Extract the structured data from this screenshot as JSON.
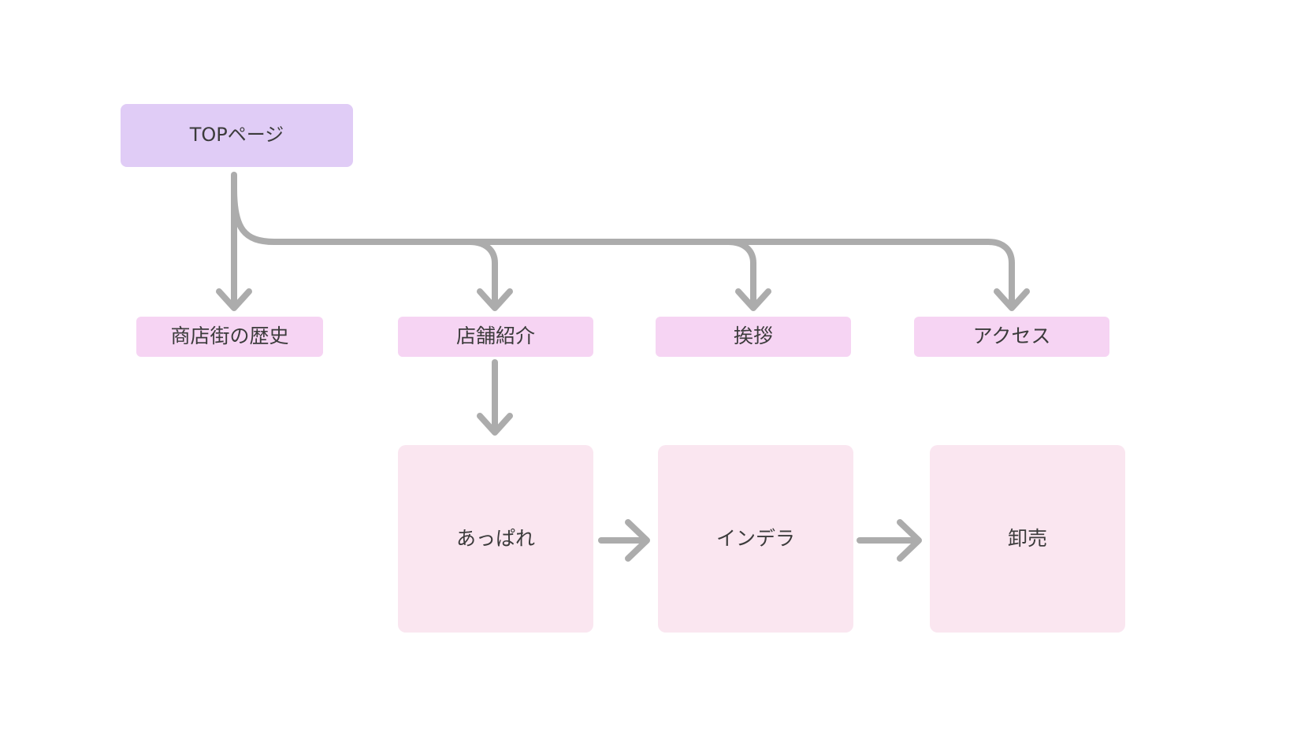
{
  "diagram": {
    "background": "#ffffff",
    "text_color": "#3b3b3b",
    "connector_color": "#acacac",
    "colors": {
      "top_fill": "#e0ccf6",
      "level2_fill": "#f6d4f3",
      "level3_fill": "#fae6f0"
    },
    "nodes": {
      "top": {
        "label": "TOPページ"
      },
      "history": {
        "label": "商店街の歴史"
      },
      "stores": {
        "label": "店舗紹介"
      },
      "greeting": {
        "label": "挨拶"
      },
      "access": {
        "label": "アクセス"
      },
      "appare": {
        "label": "あっぱれ"
      },
      "indera": {
        "label": "インデラ"
      },
      "wholesale": {
        "label": "卸売"
      }
    },
    "edges": [
      {
        "from": "top",
        "to": "history"
      },
      {
        "from": "top",
        "to": "stores"
      },
      {
        "from": "top",
        "to": "greeting"
      },
      {
        "from": "top",
        "to": "access"
      },
      {
        "from": "stores",
        "to": "appare"
      },
      {
        "from": "appare",
        "to": "indera"
      },
      {
        "from": "indera",
        "to": "wholesale"
      }
    ]
  }
}
